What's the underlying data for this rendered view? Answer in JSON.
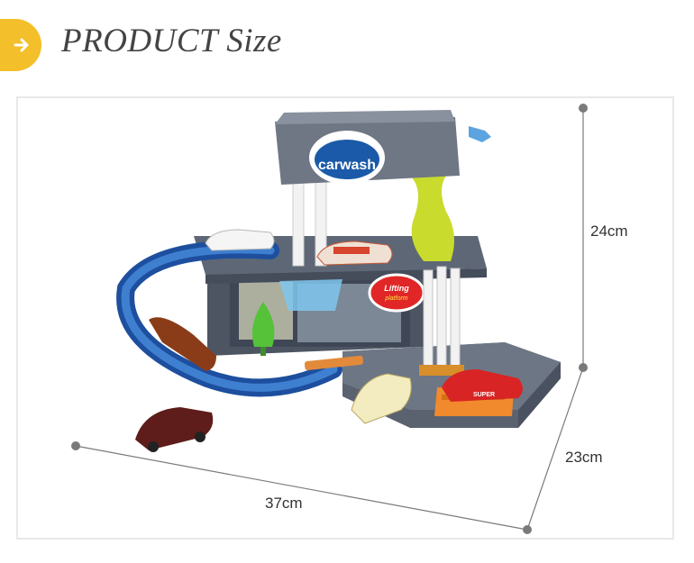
{
  "header": {
    "title": "PRODUCT Size",
    "badge_icon": "arrow-right-icon",
    "accent_color": "#f3bf2a"
  },
  "product": {
    "logo_text": "carwash",
    "platform_sign": "Lifting platform",
    "car_label": "SUPER"
  },
  "dimensions": {
    "height": "24cm",
    "depth": "23cm",
    "width": "37cm"
  }
}
